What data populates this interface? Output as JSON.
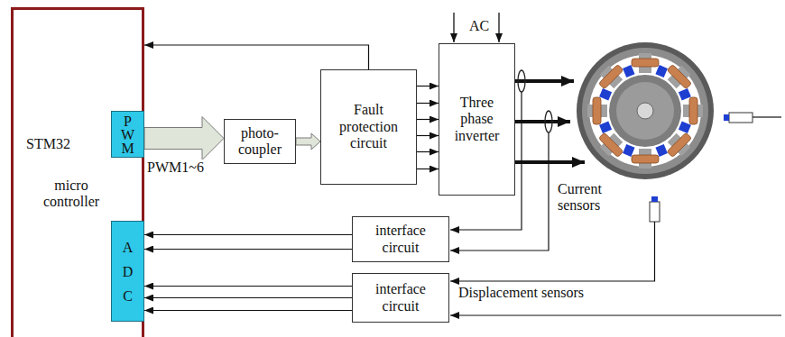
{
  "diagram": {
    "nodes": [
      {
        "text": [
          "STM32",
          "micro controller"
        ]
      },
      {
        "text": [
          "PWM"
        ],
        "in": 0
      },
      {
        "text": [
          "ADC"
        ],
        "in": 0
      },
      {
        "text": [
          "photo- coupler"
        ]
      },
      {
        "text": [
          "Fault protection circuit"
        ]
      },
      {
        "text": [
          "Three phase inverter"
        ]
      },
      {
        "text": [
          "interface circuit"
        ]
      },
      {
        "text": [
          "interface circuit"
        ]
      }
    ],
    "edges": [
      {
        "from": 1,
        "to": 3,
        "arrow": "to"
      },
      {
        "from": 3,
        "to": 4,
        "arrow": "to"
      },
      {
        "from": 4,
        "to": 5,
        "arrow": "to"
      },
      {
        "from": 4,
        "to": 5,
        "arrow": "to"
      },
      {
        "from": 4,
        "to": 5,
        "arrow": "to"
      },
      {
        "from": 4,
        "to": 5,
        "arrow": "to"
      },
      {
        "from": 4,
        "to": 5,
        "arrow": "to"
      },
      {
        "from": 4,
        "to": 5,
        "arrow": "to"
      },
      {
        "from": 4,
        "to": 0,
        "arrow": "to"
      },
      {
        "from": 6,
        "to": 2,
        "arrow": "to"
      },
      {
        "from": 6,
        "to": 2,
        "arrow": "to"
      },
      {
        "from": 7,
        "to": 2,
        "arrow": "to"
      },
      {
        "from": 7,
        "to": 2,
        "arrow": "to"
      },
      {
        "from": 7,
        "to": 2,
        "arrow": "to"
      }
    ],
    "labels": [
      "PWM1~6",
      "AC",
      "Current sensors",
      "Displacement sensors"
    ]
  }
}
